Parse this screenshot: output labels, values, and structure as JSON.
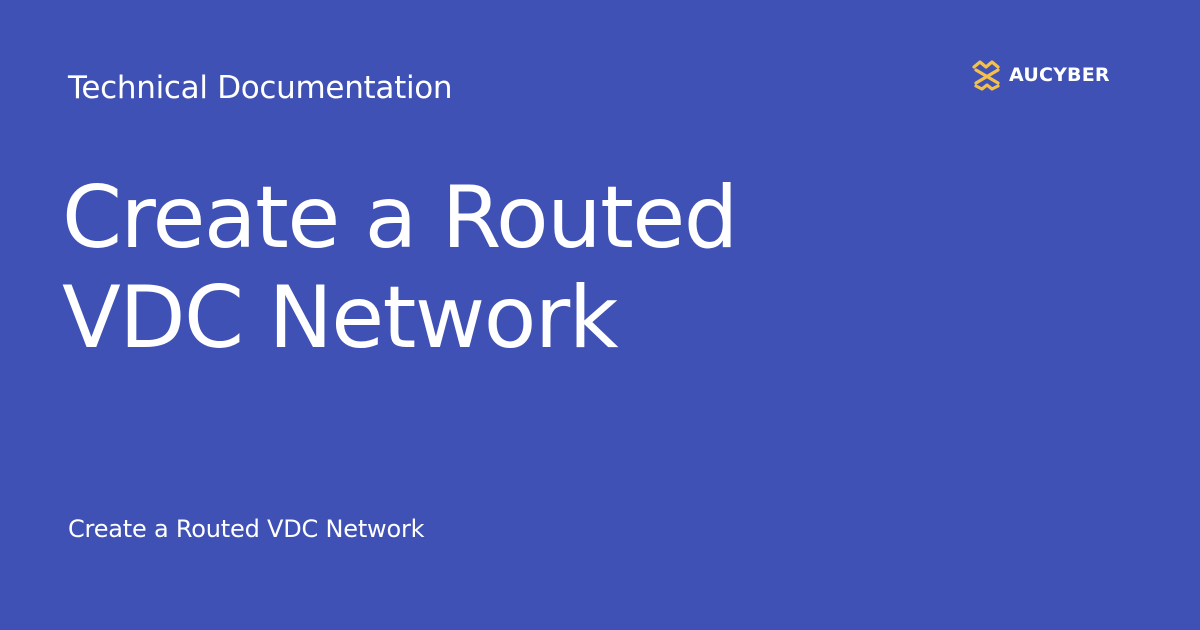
{
  "page": {
    "category": "Technical Documentation",
    "title_line_1": "Create a Routed",
    "title_line_2": "VDC Network",
    "footer_text": "Create a Routed VDC Network"
  },
  "brand": {
    "name": "AUCYBER",
    "icon": "aucyber-logo-icon"
  },
  "colors": {
    "background": "#3F51B5",
    "text": "#FFFFFF",
    "logo_mark": "#F5C04A"
  }
}
